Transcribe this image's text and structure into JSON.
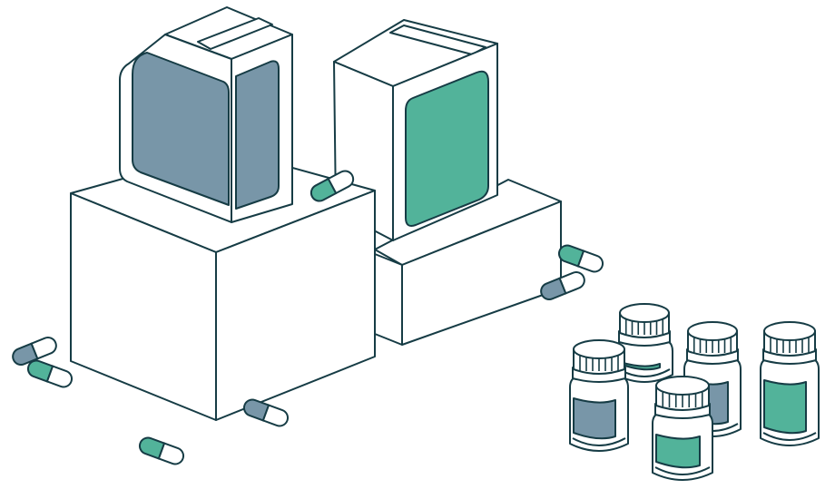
{
  "colors": {
    "stroke": "#163c45",
    "fill": "#ffffff",
    "green": "#52b39a",
    "slate": "#7896a8"
  },
  "bottles": [
    {
      "label_color": "green"
    },
    {
      "label_color": "slate"
    },
    {
      "label_color": "green"
    },
    {
      "label_color": "slate"
    },
    {
      "label_color": "green"
    }
  ],
  "capsules": [
    {
      "color": "green"
    },
    {
      "color": "green"
    },
    {
      "color": "slate"
    },
    {
      "color": "slate"
    },
    {
      "color": "green"
    },
    {
      "color": "slate"
    },
    {
      "color": "green"
    }
  ]
}
